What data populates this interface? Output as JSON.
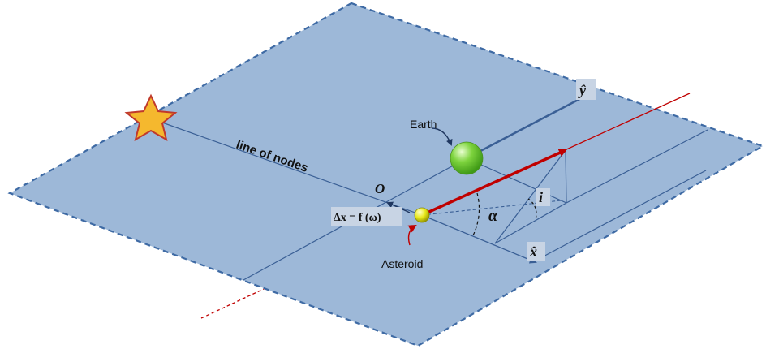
{
  "diagram": {
    "labels": {
      "earth": "Earth",
      "asteroid": "Asteroid",
      "line_of_nodes": "line of nodes",
      "origin": "O",
      "y_axis": "ŷ",
      "x_axis": "x̂",
      "alpha": "α",
      "inclination": "i",
      "delta_x": "Δx = f (ω)"
    },
    "colors": {
      "plane_fill": "#9db8d8",
      "plane_border": "#3e6aa4",
      "line": "#3a5f95",
      "trajectory": "#c00000",
      "earth": "#66cc33",
      "asteroid": "#e8e81a",
      "star": "#f5b82e",
      "label_box": "#c8d4e4"
    },
    "icons": [
      "star-icon",
      "earth-sphere",
      "asteroid-sphere"
    ]
  }
}
